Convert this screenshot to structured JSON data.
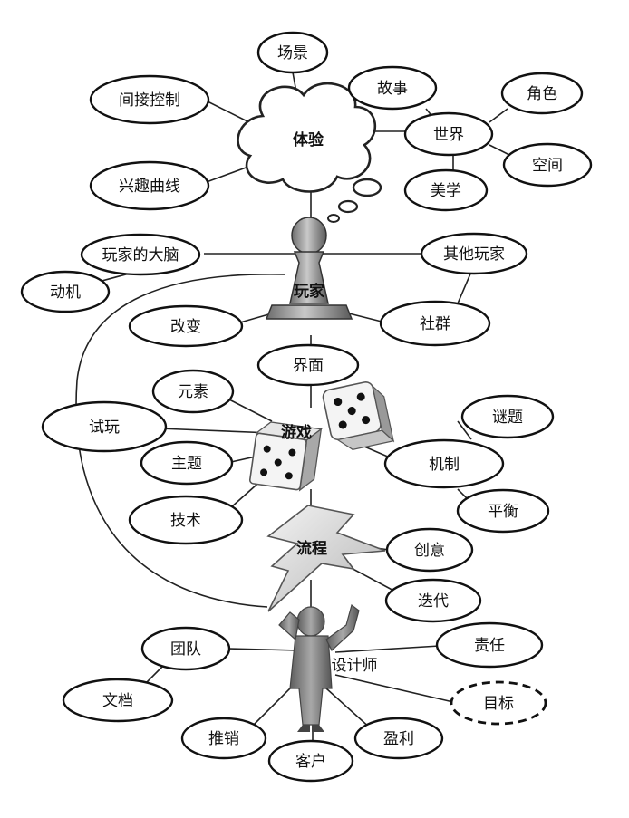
{
  "nodes": {
    "scene": "场景",
    "indirect_control": "间接控制",
    "experience": "体验",
    "story": "故事",
    "world": "世界",
    "character": "角色",
    "space": "空间",
    "aesthetics": "美学",
    "interest_curve": "兴趣曲线",
    "player_brain": "玩家的大脑",
    "other_players": "其他玩家",
    "motivation": "动机",
    "player": "玩家",
    "change": "改变",
    "community": "社群",
    "interface": "界面",
    "elements": "元素",
    "playtest": "试玩",
    "game": "游戏",
    "puzzle": "谜题",
    "theme": "主题",
    "mechanics": "机制",
    "technology": "技术",
    "balance": "平衡",
    "process": "流程",
    "creativity": "创意",
    "iteration": "迭代",
    "team": "团队",
    "responsibility": "责任",
    "designer": "设计师",
    "document": "文档",
    "goal": "目标",
    "marketing": "推销",
    "profit": "盈利",
    "client": "客户"
  }
}
